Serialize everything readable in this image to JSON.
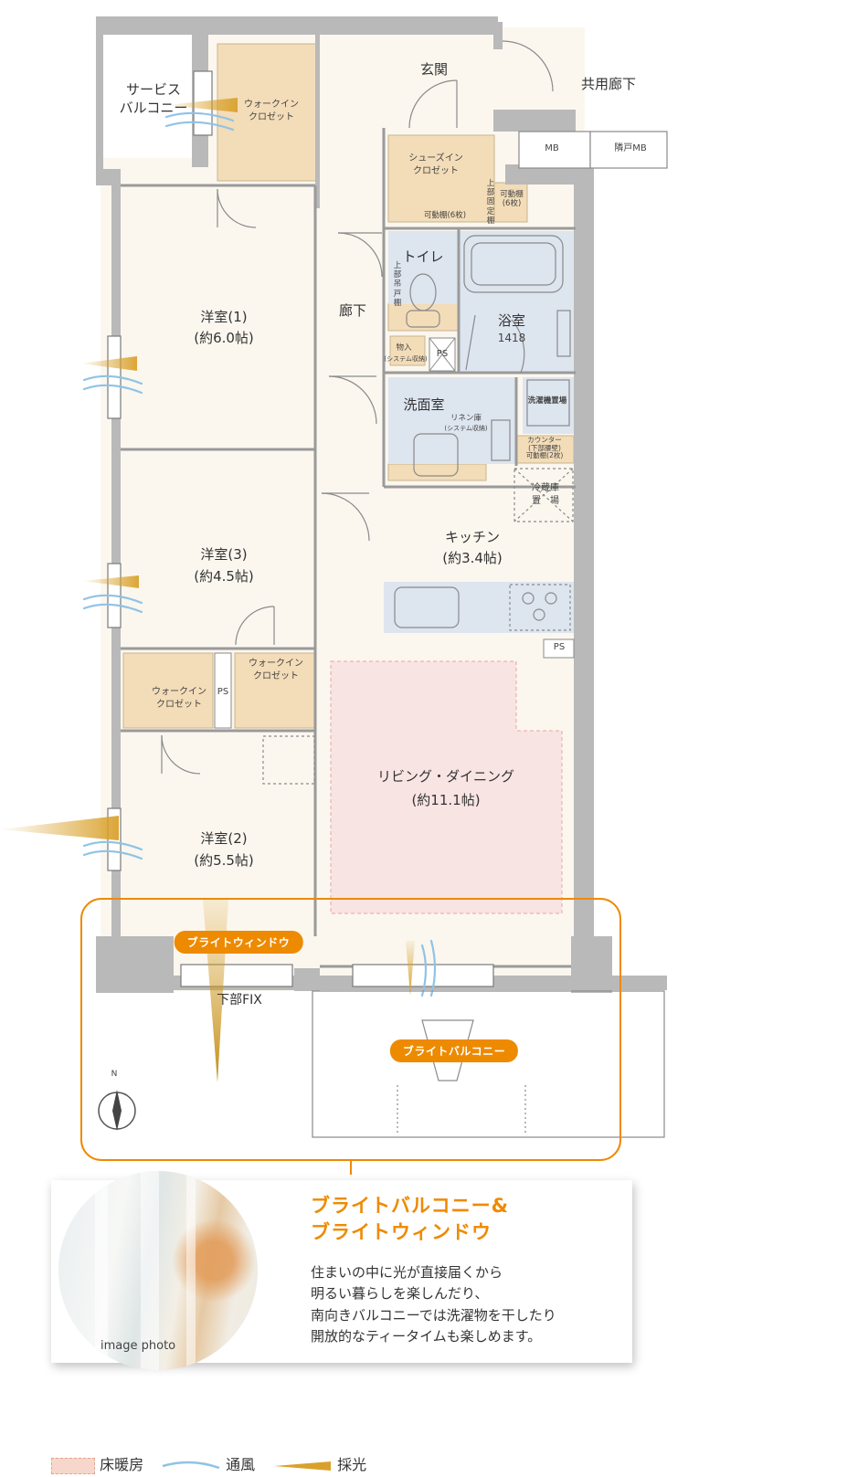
{
  "rooms": {
    "service_balcony": "サービス\nバルコニー",
    "wic_top": "ウォークイン\nクロゼット",
    "entrance": "玄関",
    "common_corridor": "共用廊下",
    "mb": "MB",
    "neighbor_mb": "隣戸MB",
    "shoes_closet": "シューズイン\nクロゼット",
    "movable_shelf_6": "可動棚(6枚)",
    "upper_fixed_shelf": "上部固定棚",
    "movable_shelf_side": "可動棚\n(6枚)",
    "toilet": "トイレ",
    "upper_cabinet": "上部吊戸棚",
    "bath": "浴室",
    "bath_size": "1418",
    "corridor": "廊下",
    "storage": "物入",
    "storage_sub": "(システム収納)",
    "ps": "PS",
    "washroom": "洗面室",
    "linen": "リネン庫",
    "linen_sub": "(システム収納)",
    "washer_place": "洗濯機置場",
    "counter": "カウンター\n(下部腰壁)\n可動棚(2枚)",
    "fridge": "冷蔵庫\n置　場",
    "kitchen": "キッチン",
    "kitchen_size": "(約3.4帖)",
    "western1": "洋室(1)",
    "western1_size": "(約6.0帖)",
    "western3": "洋室(3)",
    "western3_size": "(約4.5帖)",
    "wic_a": "ウォークイン\nクロゼット",
    "wic_b": "ウォークイン\nクロゼット",
    "western2": "洋室(2)",
    "western2_size": "(約5.5帖)",
    "living": "リビング・ダイニング",
    "living_size": "(約11.1帖)",
    "lower_fix": "下部FIX"
  },
  "labels": {
    "bright_window": "ブライトウィンドウ",
    "bright_balcony": "ブライトバルコニー",
    "north": "N"
  },
  "card": {
    "title": "ブライトバルコニー&\nブライトウィンドウ",
    "body": "住まいの中に光が直接届くから\n明るい暮らしを楽しんだり、\n南向きバルコニーでは洗濯物を干したり\n開放的なティータイムも楽しめます。",
    "photo_caption": "image photo"
  },
  "legend": {
    "floor_heating": "床暖房",
    "ventilation": "通風",
    "lighting": "採光"
  },
  "colors": {
    "accent_orange": "#ee8a00",
    "closet_beige": "#f3dcb8",
    "wet_area_blue": "#dde5ef",
    "floor_heating_pink": "#f9e4e4",
    "wall_gray": "#b9b9b9",
    "floor_cream": "#fbf7ef"
  }
}
